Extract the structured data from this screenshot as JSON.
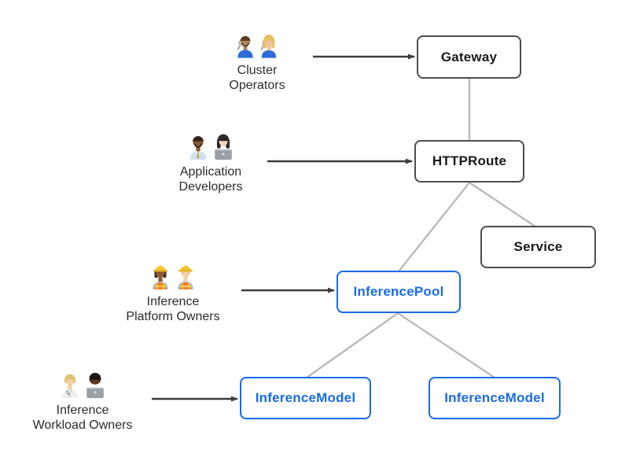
{
  "personas": [
    {
      "id": "cluster-operators",
      "label": "Cluster\nOperators",
      "icons": [
        "man-mechanic",
        "woman-mechanic"
      ]
    },
    {
      "id": "application-developers",
      "label": "Application\nDevelopers",
      "icons": [
        "man-office-worker",
        "woman-technologist"
      ]
    },
    {
      "id": "inference-platform-owners",
      "label": "Inference\nPlatform Owners",
      "icons": [
        "woman-construction-worker",
        "man-construction-worker"
      ]
    },
    {
      "id": "inference-workload-owners",
      "label": "Inference\nWorkload Owners",
      "icons": [
        "health-worker",
        "man-technologist"
      ]
    }
  ],
  "nodes": {
    "gateway": {
      "label": "Gateway",
      "style": "core"
    },
    "httproute": {
      "label": "HTTPRoute",
      "style": "core"
    },
    "service": {
      "label": "Service",
      "style": "core"
    },
    "inferencepool": {
      "label": "InferencePool",
      "style": "extension"
    },
    "inferencemodel_left": {
      "label": "InferenceModel",
      "style": "extension"
    },
    "inferencemodel_right": {
      "label": "InferenceModel",
      "style": "extension"
    }
  },
  "edges": [
    {
      "from": "gateway",
      "to": "httproute",
      "type": "line"
    },
    {
      "from": "httproute",
      "to": "service",
      "type": "line"
    },
    {
      "from": "httproute",
      "to": "inferencepool",
      "type": "line"
    },
    {
      "from": "inferencepool",
      "to": "inferencemodel_left",
      "type": "line"
    },
    {
      "from": "inferencepool",
      "to": "inferencemodel_right",
      "type": "line"
    },
    {
      "from": "cluster-operators",
      "to": "gateway",
      "type": "arrow"
    },
    {
      "from": "application-developers",
      "to": "httproute",
      "type": "arrow"
    },
    {
      "from": "inference-platform-owners",
      "to": "inferencepool",
      "type": "arrow"
    },
    {
      "from": "inference-workload-owners",
      "to": "inferencemodel_left",
      "type": "arrow"
    }
  ],
  "colors": {
    "background": "#ffffff",
    "core_border": "#4d4d4d",
    "core_text": "#1a1a1a",
    "extension_accent": "#1a6be8",
    "connector": "#b9b9b9",
    "arrow": "#3d3d3d",
    "persona_text": "#2b2b2b"
  }
}
